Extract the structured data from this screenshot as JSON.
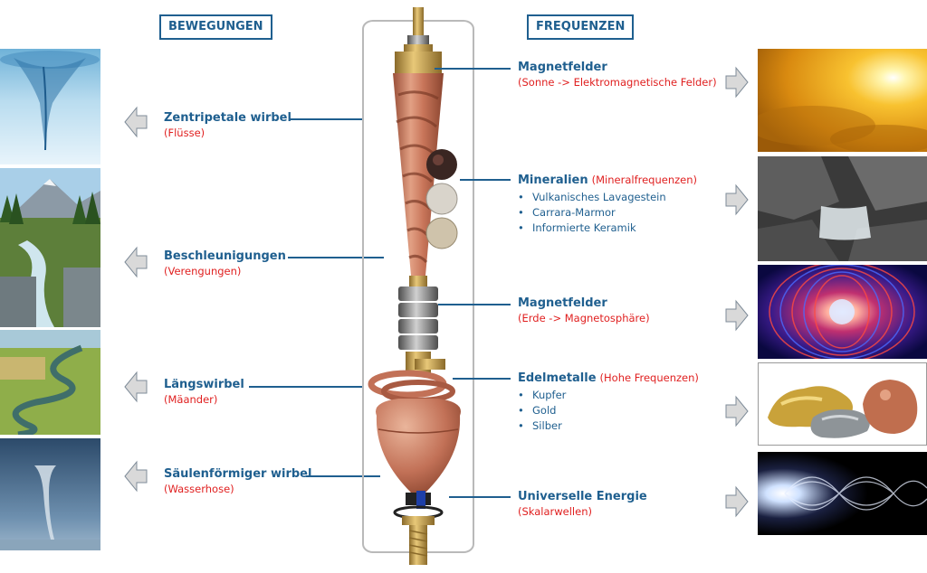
{
  "headers": {
    "left": "BEWEGUNGEN",
    "right": "FREQUENZEN"
  },
  "left_labels": [
    {
      "title": "Zentripetale wirbel",
      "sub": "(Flüsse)"
    },
    {
      "title": "Beschleunigungen",
      "sub": "(Verengungen)"
    },
    {
      "title": "Längswirbel",
      "sub": "(Mäander)"
    },
    {
      "title": "Säulenförmiger wirbel",
      "sub": "(Wasserhose)"
    }
  ],
  "right_labels": {
    "magnet1": {
      "title": "Magnetfelder",
      "sub": "(Sonne -> Elektromagnetische Felder)"
    },
    "minerals": {
      "title": "Mineralien",
      "paren": "(Mineralfrequenzen)",
      "items": [
        "Vulkanisches Lavagestein",
        "Carrara-Marmor",
        "Informierte Keramik"
      ]
    },
    "magnet2": {
      "title": "Magnetfelder",
      "sub": "(Erde -> Magnetosphäre)"
    },
    "metals": {
      "title": "Edelmetalle",
      "paren": "(Hohe Frequenzen)",
      "items": [
        "Kupfer",
        "Gold",
        "Silber"
      ]
    },
    "energy": {
      "title": "Universelle Energie",
      "sub": "(Skalarwellen)"
    }
  },
  "colors": {
    "accent": "#1f5f8f",
    "subtitle": "#e02020",
    "copper": "#c8755a",
    "arrow_fill": "#d9d9d9"
  },
  "icons": {
    "left_arrows": "arrow-left-icon",
    "right_arrows": "arrow-right-icon"
  }
}
